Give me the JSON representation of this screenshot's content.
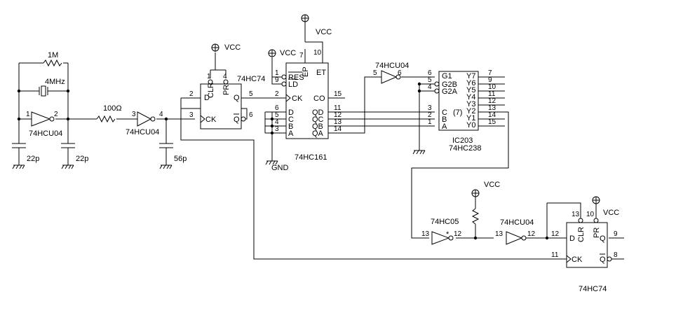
{
  "labels": {
    "r_1m": "1M",
    "xtal_4mhz": "4MHz",
    "inv1_pin_in": "1",
    "inv1_pin_out": "2",
    "inv1_part": "74HCU04",
    "c_22p_left": "22p",
    "c_22p_right": "22p",
    "r_100": "100Ω",
    "inv2_pin_in": "3",
    "inv2_pin_out": "4",
    "inv2_part": "74HCU04",
    "c_56p": "56p",
    "ff1_pin_d": "2",
    "ff1_pin_ck": "3",
    "ff1_pin_clr": "1",
    "ff1_pin_pr": "4",
    "ff1_pin_q": "5",
    "ff1_pin_qn": "6",
    "ff1_part": "74HC74",
    "ff1_vcc": "VCC",
    "ff1_D": "D",
    "ff1_CK": "CK",
    "ff1_Q": "Q",
    "ff1_Qn": "Q",
    "ff1_CLR": "CLR",
    "ff1_PR": "PR",
    "cnt_vcc_left": "VCC",
    "cnt_vcc_top": "VCC",
    "cnt_pin_res": "1",
    "cnt_pin_ld": "9",
    "cnt_pin_ck": "2",
    "cnt_pin_d": "6",
    "cnt_pin_c": "5",
    "cnt_pin_b": "4",
    "cnt_pin_a": "3",
    "cnt_pin_ep": "7",
    "cnt_pin_et": "10",
    "cnt_pin_co": "15",
    "cnt_pin_qd": "11",
    "cnt_pin_qc": "12",
    "cnt_pin_qb": "13",
    "cnt_pin_qa": "14",
    "cnt_RES": "RES",
    "cnt_LD": "LD",
    "cnt_CK": "CK",
    "cnt_D": "D",
    "cnt_C": "C",
    "cnt_B": "B",
    "cnt_A": "A",
    "cnt_EP": "EP",
    "cnt_ET": "ET",
    "cnt_CO": "CO",
    "cnt_QD": "QD",
    "cnt_QC": "QC",
    "cnt_QB": "QB",
    "cnt_QA": "QA",
    "cnt_part": "74HC161",
    "gnd": "GND",
    "inv3_part": "74HCU04",
    "inv3_pin_in": "5",
    "inv3_pin_out": "6",
    "dec_pin_g1": "6",
    "dec_pin_g2b": "5",
    "dec_pin_g2a": "4",
    "dec_pin_c": "3",
    "dec_pin_b": "2",
    "dec_pin_a": "1",
    "dec_pin_y7": "7",
    "dec_pin_y6": "9",
    "dec_pin_y5": "10",
    "dec_pin_y4": "11",
    "dec_pin_y3": "12",
    "dec_pin_y2": "13",
    "dec_pin_y1": "14",
    "dec_pin_y0": "15",
    "dec_G1": "G1",
    "dec_G2B": "G2B",
    "dec_G2A": "G2A",
    "dec_C": "C",
    "dec_B": "B",
    "dec_A": "A",
    "dec_Y7": "Y7",
    "dec_Y6": "Y6",
    "dec_Y5": "Y5",
    "dec_Y4": "Y4",
    "dec_Y3": "Y3",
    "dec_Y2": "Y2",
    "dec_Y1": "Y1",
    "dec_Y0": "Y0",
    "dec_pin_7": "(7)",
    "dec_ref": "IC203",
    "dec_part": "74HC238",
    "od_part": "74HC05",
    "od_pin_in": "13",
    "od_pin_out": "12",
    "od_star": "*",
    "pullup_vcc": "VCC",
    "inv4_part": "74HCU04",
    "inv4_pin_in": "13",
    "inv4_pin_out": "12",
    "ff2_pin_d": "12",
    "ff2_pin_ck": "11",
    "ff2_pin_clr": "13",
    "ff2_pin_pr": "10",
    "ff2_pin_q": "9",
    "ff2_pin_qn": "8",
    "ff2_vcc": "VCC",
    "ff2_D": "D",
    "ff2_CK": "CK",
    "ff2_Q": "Q",
    "ff2_Qn": "Q",
    "ff2_CLR": "CLR",
    "ff2_PR": "PR",
    "ff2_part": "74HC74"
  }
}
